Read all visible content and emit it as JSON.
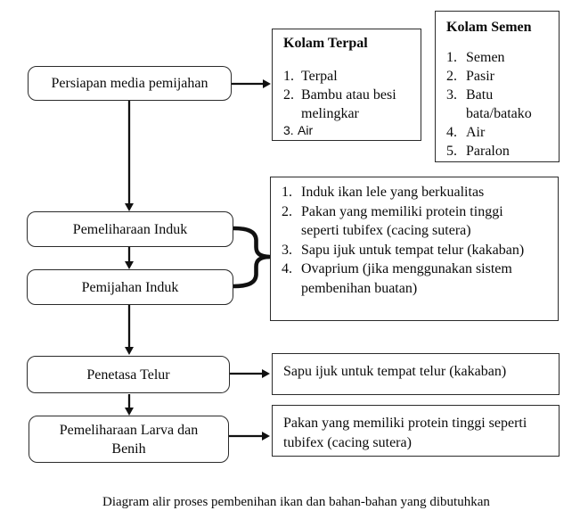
{
  "colors": {
    "line": "#111111",
    "border": "#2b2b2b",
    "text": "#0a0a0a",
    "background": "#ffffff"
  },
  "flow": {
    "persiapan": "Persiapan media pemijahan",
    "pemeliharaan_induk": "Pemeliharaan Induk",
    "pemijahan_induk": "Pemijahan Induk",
    "penetasan_telur": "Penetasa Telur",
    "larva_benih": "Pemeliharaan Larva dan Benih"
  },
  "kolam_terpal": {
    "title": "Kolam Terpal",
    "items": [
      {
        "n": "1.",
        "t": "Terpal"
      },
      {
        "n": "2.",
        "t": "Bambu atau besi melingkar"
      },
      {
        "n": "3.",
        "t": "Air"
      }
    ]
  },
  "kolam_semen": {
    "title": "Kolam Semen",
    "items": [
      {
        "n": "1.",
        "t": "Semen"
      },
      {
        "n": "2.",
        "t": "Pasir"
      },
      {
        "n": "3.",
        "t": "Batu bata/batako"
      },
      {
        "n": "4.",
        "t": "Air"
      },
      {
        "n": "5.",
        "t": "Paralon"
      }
    ]
  },
  "kebutuhan_induk": {
    "items": [
      {
        "n": "1.",
        "t": "Induk ikan lele yang berkualitas"
      },
      {
        "n": "2.",
        "t": "Pakan yang memiliki protein tinggi seperti tubifex (cacing sutera)"
      },
      {
        "n": "3.",
        "t": "Sapu ijuk untuk tempat telur (kakaban)"
      },
      {
        "n": "4.",
        "t": "Ovaprium (jika menggunakan sistem pembenihan buatan)"
      }
    ]
  },
  "kebutuhan_penetasan": "Sapu ijuk untuk tempat telur (kakaban)",
  "kebutuhan_larva": "Pakan yang memiliki protein tinggi seperti tubifex (cacing sutera)",
  "caption": "Diagram alir proses pembenihan ikan dan bahan-bahan yang dibutuhkan"
}
